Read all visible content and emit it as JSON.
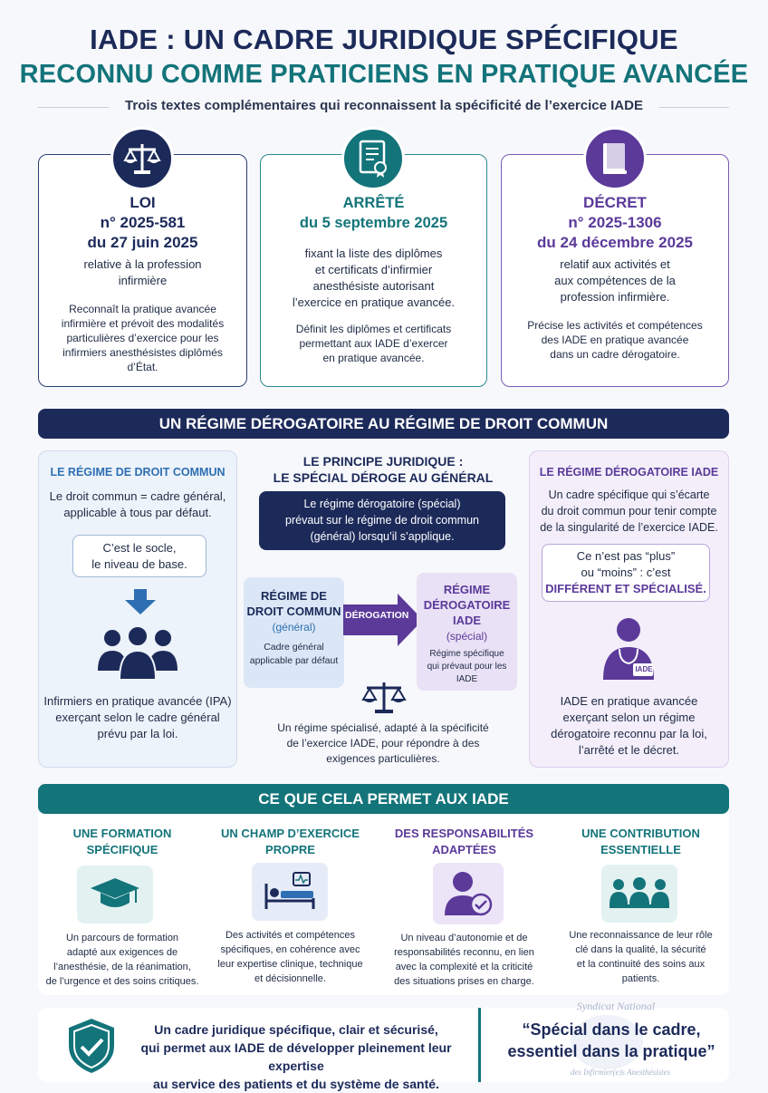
{
  "header": {
    "title": "IADE : UN CADRE JURIDIQUE SPÉCIFIQUE",
    "subtitle": "RECONNU COMME PRATICIENS EN PRATIQUE AVANCÉE",
    "tagline": "Trois textes complémentaires qui reconnaissent la spécificité de l’exercice IADE"
  },
  "cards": [
    {
      "type": "LOI",
      "number": "n° 2025-581",
      "date": "du 27 juin 2025",
      "subject": [
        "relative à la profession",
        "infirmière"
      ],
      "detail": [
        "Reconnaît la pratique avancée",
        "infirmière et prévoit des modalités",
        "particulières d’exercice pour les",
        "infirmiers anesthésistes diplômés",
        "d’État."
      ],
      "icon": "scales-icon",
      "color": "#1c2a5a"
    },
    {
      "type": "ARRÊTÉ",
      "date": "du 5 septembre 2025",
      "subject": [
        "fixant la liste des diplômes",
        "et certificats d’infirmier",
        "anesthésiste autorisant",
        "l’exercice en pratique avancée."
      ],
      "detail": [
        "Définit les diplômes et certificats",
        "permettant aux IADE d’exercer",
        "en pratique avancée."
      ],
      "icon": "certificate-icon",
      "color": "#13747a"
    },
    {
      "type": "DÉCRET",
      "number": "n° 2025-1306",
      "date": "du 24 décembre 2025",
      "subject": [
        "relatif aux activités et",
        "aux compétences de la",
        "profession infirmière."
      ],
      "detail": [
        "Précise les activités et compétences",
        "des IADE en pratique avancée",
        "dans un cadre dérogatoire."
      ],
      "icon": "book-icon",
      "color": "#5b3a9a"
    }
  ],
  "regime": {
    "banner": "UN RÉGIME DÉROGATOIRE AU RÉGIME DE DROIT COMMUN",
    "left": {
      "title": "LE RÉGIME DE DROIT COMMUN",
      "text": [
        "Le droit commun = cadre général,",
        "applicable à tous par défaut."
      ],
      "bubble": [
        "C’est le socle,",
        "le niveau de base."
      ],
      "footer": [
        "Infirmiers en pratique avancée (IPA)",
        "exerçant selon le cadre général",
        "prévu par la loi."
      ]
    },
    "center": {
      "title": [
        "LE PRINCIPE JURIDIQUE :",
        "LE SPÉCIAL DÉROGE AU GÉNÉRAL"
      ],
      "box": [
        "Le régime dérogatoire (spécial)",
        "prévaut sur le régime de droit commun",
        "(général) lorsqu’il s’applique."
      ],
      "general_title": [
        "RÉGIME DE",
        "DROIT COMMUN"
      ],
      "general_tag": "(général)",
      "general_desc": [
        "Cadre général",
        "applicable par défaut"
      ],
      "arrow": "DÉROGATION",
      "special_title": [
        "RÉGIME",
        "DÉROGATOIRE",
        "IADE"
      ],
      "special_tag": "(spécial)",
      "special_desc": [
        "Régime spécifique",
        "qui prévaut pour les IADE"
      ],
      "footer": [
        "Un régime spécialisé, adapté à la spécificité",
        "de l’exercice IADE, pour répondre à des",
        "exigences particulières."
      ]
    },
    "right": {
      "title": "LE RÉGIME DÉROGATOIRE IADE",
      "text": [
        "Un cadre spécifique qui s’écarte",
        "du droit commun pour tenir compte",
        "de la singularité de l’exercice IADE."
      ],
      "bubble": [
        "Ce n’est pas “plus”",
        "ou “moins” : c’est"
      ],
      "bubble_strong": "DIFFÉRENT ET SPÉCIALISÉ.",
      "badge": "IADE",
      "footer": [
        "IADE en pratique avancée",
        "exerçant selon un régime",
        "dérogatoire reconnu par la loi,",
        "l’arrêté et le décret."
      ]
    }
  },
  "benefits": {
    "banner": "CE QUE CELA PERMET AUX IADE",
    "items": [
      {
        "title": [
          "UNE FORMATION",
          "SPÉCIFIQUE"
        ],
        "icon": "graduation-cap-icon",
        "text": [
          "Un parcours de formation",
          "adapté aux exigences de",
          "l’anesthésie, de la réanimation,",
          "de l’urgence et des soins critiques."
        ]
      },
      {
        "title": [
          "UN CHAMP D’EXERCICE",
          "PROPRE"
        ],
        "icon": "hospital-bed-icon",
        "text": [
          "Des activités et compétences",
          "spécifiques, en cohérence avec",
          "leur expertise clinique, technique",
          "et décisionnelle."
        ]
      },
      {
        "title": [
          "DES RESPONSABILITÉS",
          "ADAPTÉES"
        ],
        "icon": "user-check-icon",
        "text": [
          "Un niveau d’autonomie et de",
          "responsabilités reconnu, en lien",
          "avec la complexité et la criticité",
          "des situations prises en charge."
        ]
      },
      {
        "title": [
          "UNE CONTRIBUTION",
          "ESSENTIELLE"
        ],
        "icon": "team-icon",
        "text": [
          "Une reconnaissance de leur rôle",
          "clé dans la qualité, la sécurité",
          "et la continuité des soins aux",
          "patients."
        ]
      }
    ]
  },
  "footer": {
    "text": [
      "Un cadre juridique spécifique, clair et sécurisé,",
      "qui permet aux IADE de développer pleinement leur expertise",
      "au service des patients et du système de santé."
    ],
    "quote": [
      "“Spécial dans le cadre,",
      "essentiel dans la pratique”"
    ],
    "watermark_top": "Syndicat National",
    "watermark_bottom": "des Infirmier(e)s Anesthésistes"
  }
}
